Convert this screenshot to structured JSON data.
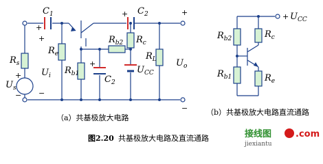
{
  "colors": {
    "wire": "#1b3f8a",
    "resistor_fill": "#d7f2d4",
    "capacitor_plus": "#d12a2a",
    "node": "#1b3f8a",
    "text": "#000000",
    "watermark_green": "#2f8f2f",
    "watermark_red": "#d41a1a"
  },
  "circuit_a": {
    "caption": "（a）共基极放大电路",
    "labels": {
      "c1": "C",
      "c1_sub": "1",
      "c2": "C",
      "c2_sub": "2",
      "c2b": "C",
      "c2b_sub": "2",
      "rs": "R",
      "rs_sub": "s",
      "re": "R",
      "re_sub": "e",
      "rb1": "R",
      "rb1_sub": "b1",
      "rb2": "R",
      "rb2_sub": "b2",
      "rc": "R",
      "rc_sub": "c",
      "rl": "R",
      "rl_sub": "L",
      "ui": "U",
      "ui_sub": "i",
      "us": "U",
      "us_sub": "s",
      "ucc": "U",
      "ucc_sub": "CC",
      "uo": "U",
      "uo_sub": "o",
      "plus_in": "+",
      "minus_in": "−",
      "plus_out": "+",
      "minus_out": "−",
      "us_plus": "+",
      "us_minus": "−",
      "c1_plus": "+",
      "c2_plus": "+",
      "c2b_plus": "+"
    }
  },
  "circuit_b": {
    "caption": "（b）共基极放大电路直流通路",
    "labels": {
      "ucc_plus": "+",
      "ucc": "U",
      "ucc_sub": "CC",
      "rb2": "R",
      "rb2_sub": "b2",
      "rc": "R",
      "rc_sub": "c",
      "rb1": "R",
      "rb1_sub": "b1",
      "re": "R",
      "re_sub": "e"
    }
  },
  "figure": {
    "number": "图2.20",
    "title": "共基极放大电路及直流通路"
  },
  "watermark": {
    "brand": "接线图",
    "domain": ".com",
    "url": "jiexiantu"
  }
}
